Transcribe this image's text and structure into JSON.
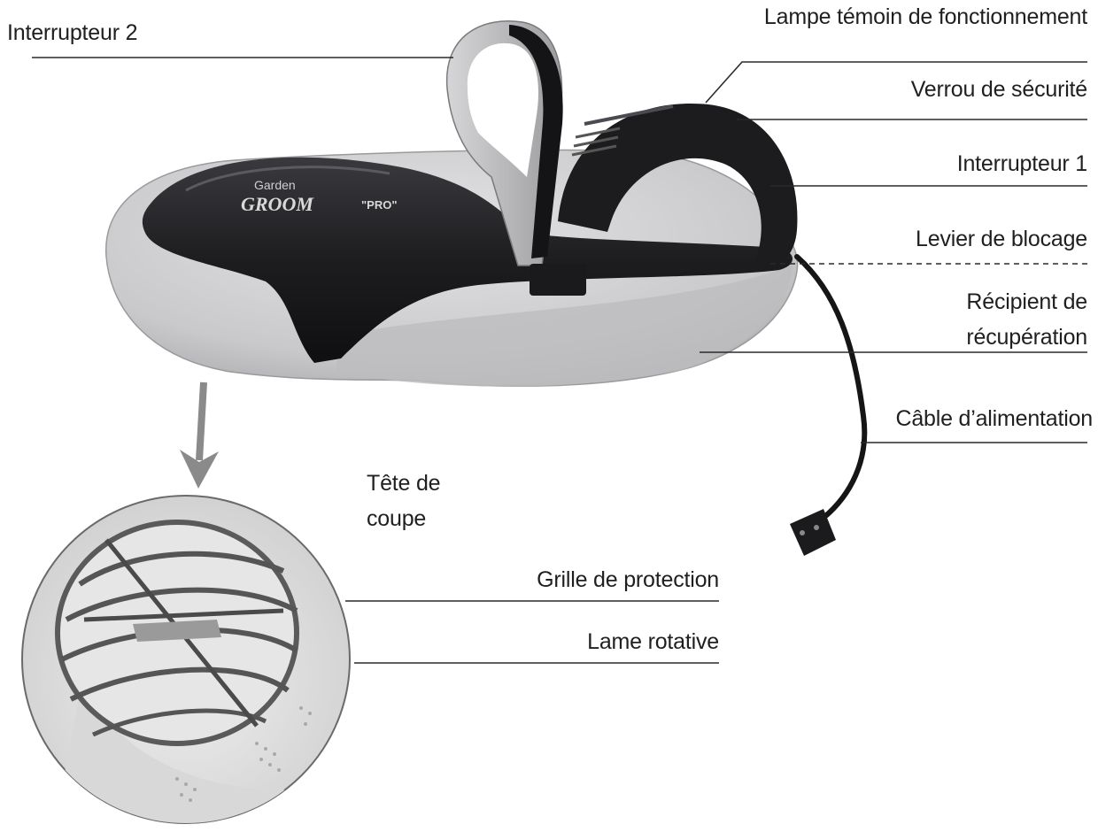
{
  "labels": {
    "switch_2": "Interrupteur 2",
    "indicator_lamp": "Lampe témoin de fonctionnement",
    "safety_lock": "Verrou de sécurité",
    "switch_1": "Interrupteur 1",
    "lock_lever": "Levier de blocage",
    "collector_line1": "Récipient de",
    "collector_line2": "récupération",
    "power_cable": "Câble d’alimentation",
    "cutting_head_line1": "Tête de",
    "cutting_head_line2": "coupe",
    "protection_grid": "Grille de protection",
    "rotating_blade": "Lame rotative"
  },
  "product_logo": {
    "brand_small": "Garden",
    "brand_large": "GROOM",
    "model": "\"PRO\""
  },
  "colors": {
    "body_dark": "#1c1c1e",
    "shell_light": "#cfcfd1",
    "line": "#2a2a2a",
    "arrow": "#8a8a8a"
  }
}
